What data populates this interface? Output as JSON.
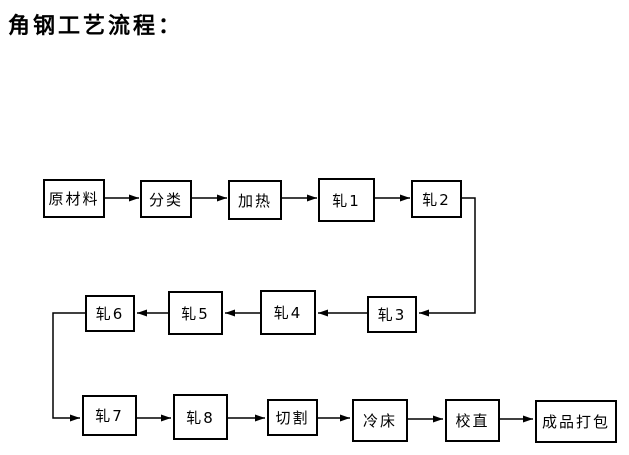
{
  "title": "角钢工艺流程：",
  "colors": {
    "background": "#ffffff",
    "line": "#000000",
    "box_border": "#000000",
    "text": "#000000"
  },
  "diagram": {
    "type": "flowchart",
    "nodes": [
      {
        "id": "raw-material",
        "label": "原材料"
      },
      {
        "id": "classify",
        "label": "分类"
      },
      {
        "id": "heating",
        "label": "加热"
      },
      {
        "id": "mill-1",
        "label": "轧1"
      },
      {
        "id": "mill-2",
        "label": "轧2"
      },
      {
        "id": "mill-3",
        "label": "轧3"
      },
      {
        "id": "mill-4",
        "label": "轧4"
      },
      {
        "id": "mill-5",
        "label": "轧5"
      },
      {
        "id": "mill-6",
        "label": "轧6"
      },
      {
        "id": "mill-7",
        "label": "轧7"
      },
      {
        "id": "mill-8",
        "label": "轧8"
      },
      {
        "id": "cutting",
        "label": "切割"
      },
      {
        "id": "cooling-bed",
        "label": "冷床"
      },
      {
        "id": "straightening",
        "label": "校直"
      },
      {
        "id": "packing",
        "label": "成品打包"
      }
    ],
    "edges": [
      {
        "from": "raw-material",
        "to": "classify"
      },
      {
        "from": "classify",
        "to": "heating"
      },
      {
        "from": "heating",
        "to": "mill-1"
      },
      {
        "from": "mill-1",
        "to": "mill-2"
      },
      {
        "from": "mill-2",
        "to": "mill-3"
      },
      {
        "from": "mill-3",
        "to": "mill-4"
      },
      {
        "from": "mill-4",
        "to": "mill-5"
      },
      {
        "from": "mill-5",
        "to": "mill-6"
      },
      {
        "from": "mill-6",
        "to": "mill-7"
      },
      {
        "from": "mill-7",
        "to": "mill-8"
      },
      {
        "from": "mill-8",
        "to": "cutting"
      },
      {
        "from": "cutting",
        "to": "cooling-bed"
      },
      {
        "from": "cooling-bed",
        "to": "straightening"
      },
      {
        "from": "straightening",
        "to": "packing"
      }
    ]
  }
}
